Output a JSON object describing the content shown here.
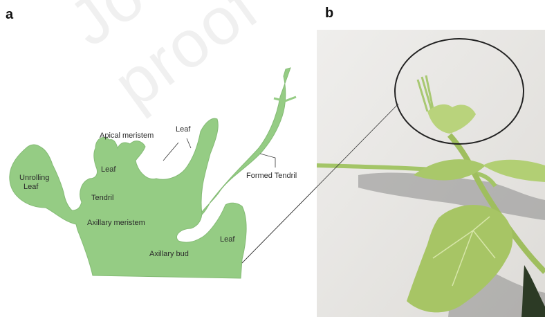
{
  "figure": {
    "panel_a_letter": "a",
    "panel_b_letter": "b",
    "watermark_text": "Journal Pre-proof"
  },
  "labels": {
    "apical_meristem": "Apical meristem",
    "leaf_top": "Leaf",
    "leaf_left": "Leaf",
    "unrolling_leaf_line1": "Unrolling",
    "unrolling_leaf_line2": "Leaf",
    "tendril": "Tendril",
    "axillary_meristem": "Axillary meristem",
    "formed_tendril": "Formed Tendril",
    "leaf_right": "Leaf",
    "axillary_bud": "Axillary bud"
  },
  "colors": {
    "plant_green": "#95cc84",
    "plant_outline": "#6fa966",
    "photo_background": "#e9e7e4",
    "photo_leaf": "#a9c86a",
    "photo_shadow": "#7a7a7a"
  }
}
